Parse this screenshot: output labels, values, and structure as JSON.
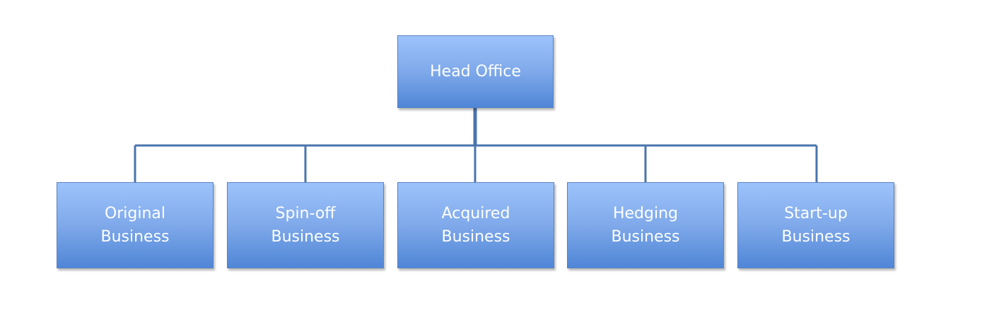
{
  "colors": {
    "box_top": "#9dc3fb",
    "box_bottom": "#4f86d6",
    "box_border": "#5b82c4",
    "connector": "#4a74ad",
    "text": "#ffffff"
  },
  "head": {
    "label": "Head Office"
  },
  "children": [
    {
      "line1": "Original",
      "line2": "Business"
    },
    {
      "line1": "Spin-off",
      "line2": "Business"
    },
    {
      "line1": "Acquired",
      "line2": "Business"
    },
    {
      "line1": "Hedging",
      "line2": "Business"
    },
    {
      "line1": "Start-up",
      "line2": "Business"
    }
  ]
}
